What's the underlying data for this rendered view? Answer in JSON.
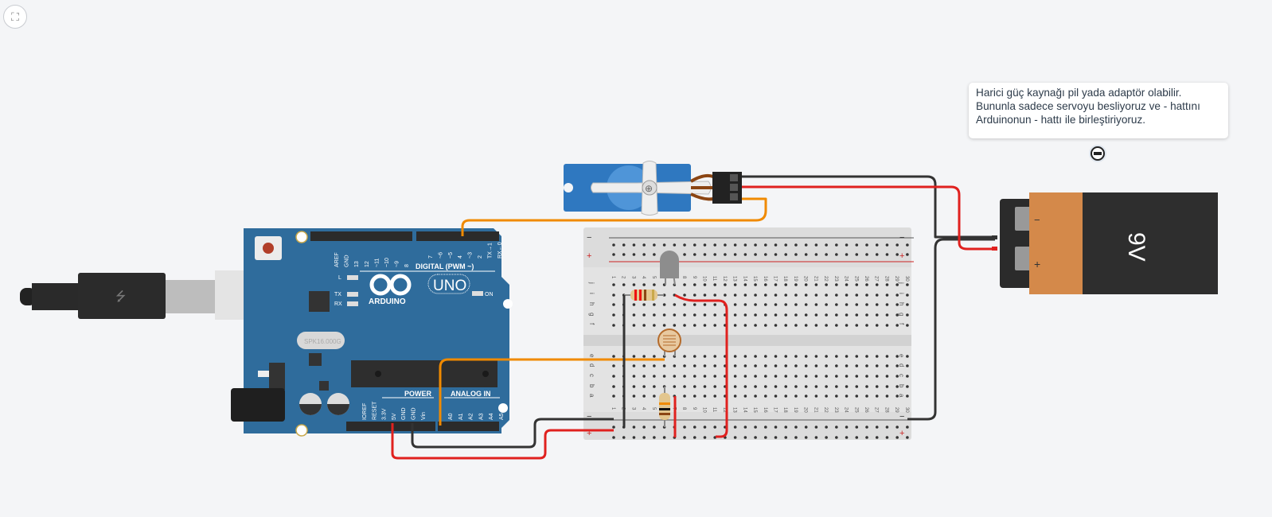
{
  "toolbar": {
    "fit_icon": "fit-to-view-icon",
    "fit_glyph": "⛶"
  },
  "note": {
    "lines": [
      "Harici güç kaynağı pil yada adaptör olabilir.",
      "Bununla sadece servoyu besliyoruz ve - hattını",
      "Arduinonun - hattı ile birleştiriyoruz."
    ],
    "pin_icon": "collapse-note-icon"
  },
  "arduino": {
    "brand": "ARDUINO",
    "model": "UNO",
    "crystal": "SPK16.000G",
    "digital_label": "DIGITAL (PWM ~)",
    "digital_pins": [
      "AREF",
      "GND",
      "13",
      "12",
      "~11",
      "~10",
      "~9",
      "8",
      "7",
      "~6",
      "~5",
      "4",
      "~3",
      "2",
      "TX→1",
      "RX←0"
    ],
    "led_labels": {
      "l": "L",
      "tx": "TX",
      "rx": "RX",
      "on": "ON"
    },
    "power_label": "POWER",
    "power_pins": [
      "IOREF",
      "RESET",
      "3.3V",
      "5V",
      "GND",
      "GND",
      "Vin"
    ],
    "analog_label": "ANALOG IN",
    "analog_pins": [
      "A0",
      "A1",
      "A2",
      "A3",
      "A4",
      "A5"
    ],
    "color": "#2f6c9c"
  },
  "breadboard": {
    "rows_top": [
      "j",
      "i",
      "h",
      "g",
      "f"
    ],
    "rows_bottom": [
      "e",
      "d",
      "c",
      "b",
      "a"
    ],
    "columns": 30,
    "rail_minus": "−",
    "rail_plus": "+"
  },
  "battery": {
    "label": "9V",
    "minus": "−",
    "plus": "+",
    "color": "#d4894a"
  },
  "colors": {
    "wire_red": "#e0211f",
    "wire_black": "#333333",
    "wire_orange": "#f08a00"
  }
}
